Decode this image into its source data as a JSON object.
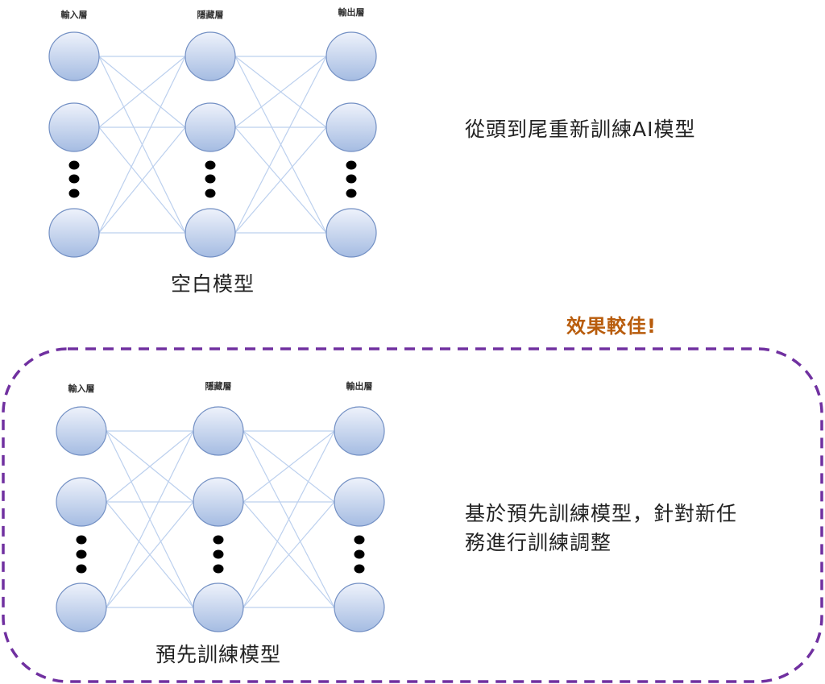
{
  "colors": {
    "node_fill_top": "#eef2fb",
    "node_fill_bottom": "#a5bce2",
    "node_stroke": "#7390c4",
    "edge": "#bcd0ee",
    "dots": "#000000",
    "frame": "#7030a0",
    "highlight": "#b85c0c"
  },
  "top_network": {
    "layer_labels": [
      "輸入層",
      "隱藏層",
      "輸出層"
    ],
    "caption": "空白模型",
    "description": "從頭到尾重新訓練AI模型"
  },
  "bottom_network": {
    "layer_labels": [
      "輸入層",
      "隱藏層",
      "輸出層"
    ],
    "caption": "預先訓練模型",
    "description_lines": [
      "基於預先訓練模型，針對新任",
      "務進行訓練調整"
    ]
  },
  "highlight_text": "效果較佳!",
  "network_structure": {
    "layers": 3,
    "visible_nodes_per_layer": 3,
    "ellipsis_dots_per_layer": 3
  }
}
